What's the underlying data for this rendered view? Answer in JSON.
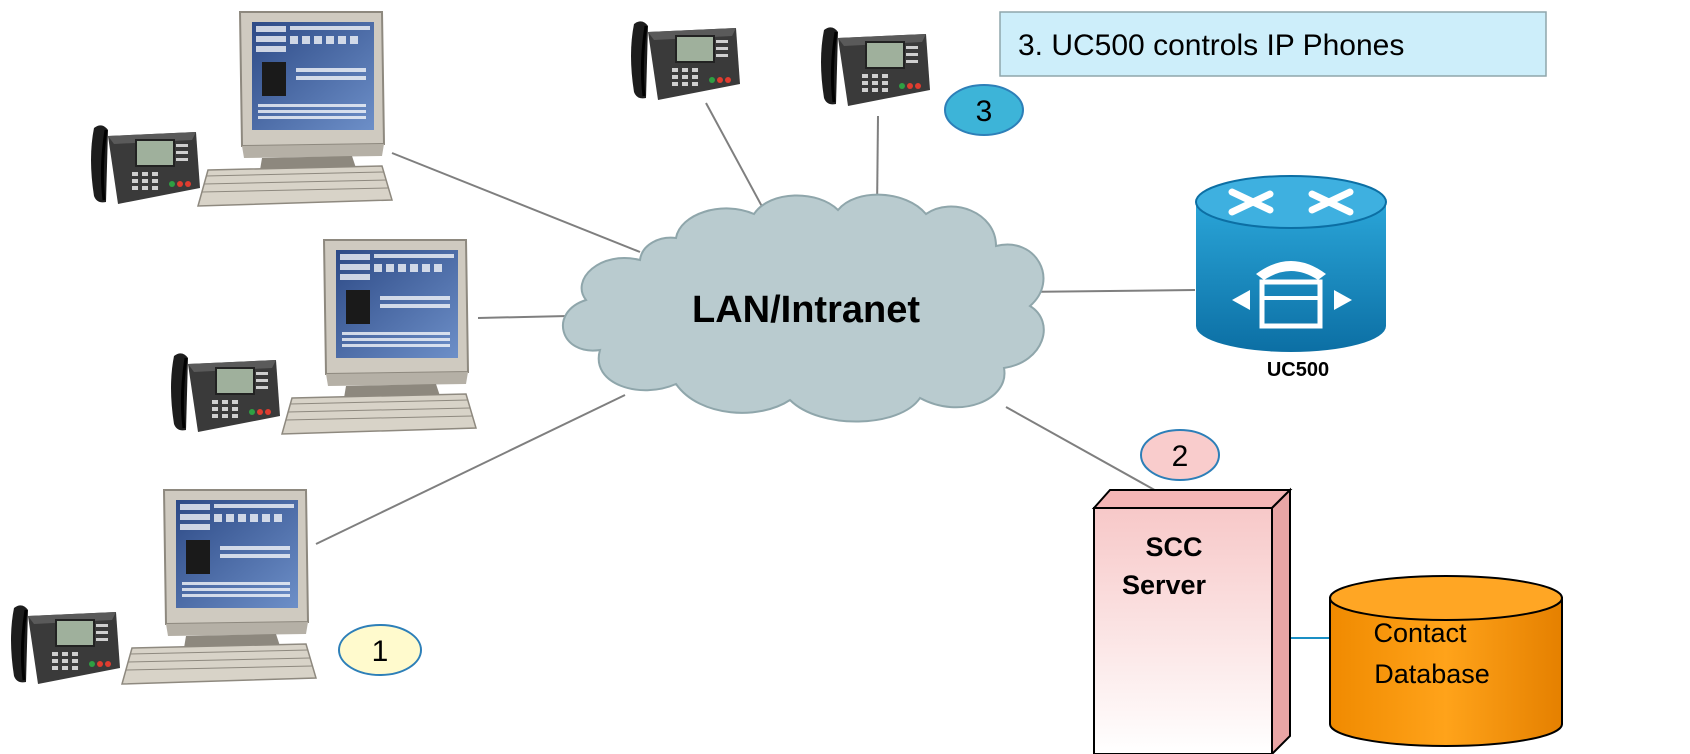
{
  "callout": {
    "text": "3. UC500 controls IP Phones"
  },
  "network": {
    "label": "LAN/Intranet"
  },
  "router": {
    "label": "UC500"
  },
  "server": {
    "line1": "SCC",
    "line2": "Server"
  },
  "database": {
    "line1": "Contact",
    "line2": "Database"
  },
  "steps": {
    "step1": "1",
    "step2": "2",
    "step3": "3"
  },
  "colors": {
    "cloud": "#b9cbcf",
    "router": "#1a8fc4",
    "step1": "#fffacd",
    "step2": "#f9cccc",
    "step3": "#3db4d8",
    "callout": "#cdeefa",
    "database": "#f79400",
    "server": "#fbdede"
  }
}
